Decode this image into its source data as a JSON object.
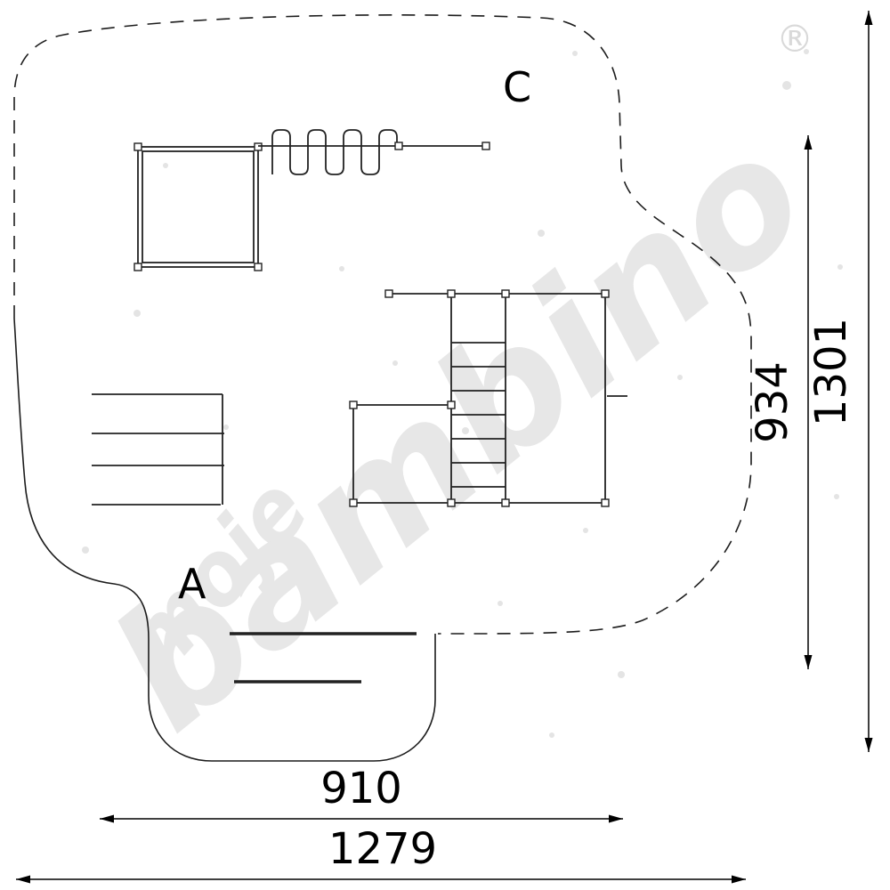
{
  "watermark": {
    "word_small": "moje",
    "word_large": "bambino",
    "registered_mark": "®"
  },
  "zone_labels": {
    "c": "C",
    "a": "A"
  },
  "dimensions": {
    "bottom_inner": "910",
    "bottom_outer": "1279",
    "right_inner": "934",
    "right_outer": "1301"
  }
}
